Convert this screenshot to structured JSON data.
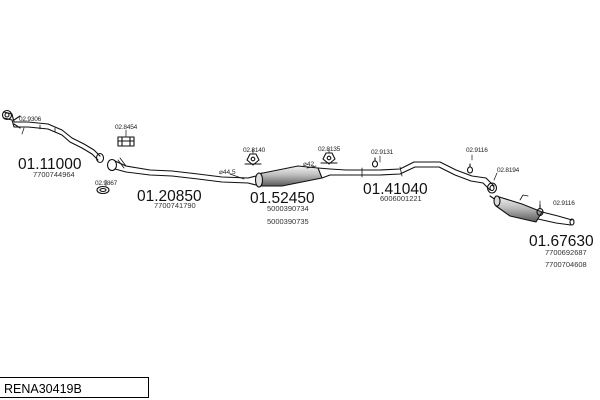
{
  "kit_code": "RENA30419B",
  "parts": [
    {
      "id": "front_pipe",
      "code": "01.11000",
      "oem": [
        "7700744964"
      ]
    },
    {
      "id": "mid_pipe_1",
      "code": "01.20850",
      "oem": [
        "7700741790"
      ]
    },
    {
      "id": "centre_silencer",
      "code": "01.52450",
      "oem": [
        "5000390734",
        "5000390735"
      ]
    },
    {
      "id": "mid_pipe_2",
      "code": "01.41040",
      "oem": [
        "6006001221"
      ]
    },
    {
      "id": "rear_silencer",
      "code": "01.67630",
      "oem": [
        "7700692687",
        "7700704608"
      ]
    }
  ],
  "accessories": [
    {
      "id": "a1",
      "code": "02.9306"
    },
    {
      "id": "a2",
      "code": "02.8454"
    },
    {
      "id": "a3",
      "code": "02.9867"
    },
    {
      "id": "a4",
      "code": "02.8140"
    },
    {
      "id": "a5",
      "code": "02.8135"
    },
    {
      "id": "a6",
      "code": "02.9131"
    },
    {
      "id": "a7",
      "code": "02.9116"
    },
    {
      "id": "a8",
      "code": "02.8194"
    },
    {
      "id": "a9",
      "code": "02.9116"
    }
  ],
  "diameters": {
    "d1": "⌀44,5",
    "d2": "⌀42"
  },
  "colors": {
    "line": "#111111",
    "fill": "#ffffff",
    "shade": "#8a8a8a"
  }
}
